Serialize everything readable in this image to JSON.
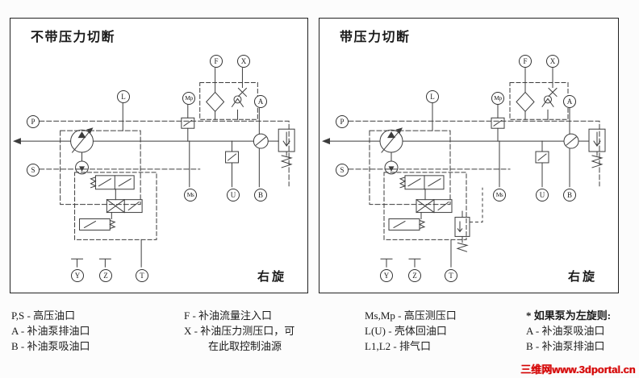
{
  "panels": [
    {
      "title": "不带压力切断",
      "rotation": "右旋",
      "ports": {
        "F": "F",
        "X": "X",
        "L": "L",
        "Mp": "Mp",
        "A": "A",
        "P": "P",
        "S": "S",
        "Ms": "Ms",
        "U": "U",
        "B": "B",
        "Y": "Y",
        "Z": "Z",
        "T": "T"
      }
    },
    {
      "title": "带压力切断",
      "rotation": "右旋",
      "ports": {
        "F": "F",
        "X": "X",
        "L": "L",
        "Mp": "Mp",
        "A": "A",
        "P": "P",
        "S": "S",
        "Ms": "Ms",
        "U": "U",
        "B": "B",
        "Y": "Y",
        "Z": "Z",
        "T": "T"
      }
    }
  ],
  "legend": {
    "col1": [
      "P,S - 高压油口",
      "A - 补油泵排油口",
      "B - 补油泵吸油口"
    ],
    "col2": [
      "F - 补油流量注入口",
      "X - 补油压力测压口，可",
      "在此取控制油源"
    ],
    "col3": [
      "Ms,Mp - 高压测压口",
      "L(U) - 壳体回油口",
      "L1,L2 - 排气口"
    ],
    "col4": [
      "* 如果泵为左旋则:",
      "A - 补油泵吸油口",
      "B - 补油泵排油口"
    ]
  },
  "watermark": "三维网www.3dportal.cn",
  "colors": {
    "line": "#3c3c3c",
    "watermark": "#d40000",
    "border": "#222222"
  }
}
